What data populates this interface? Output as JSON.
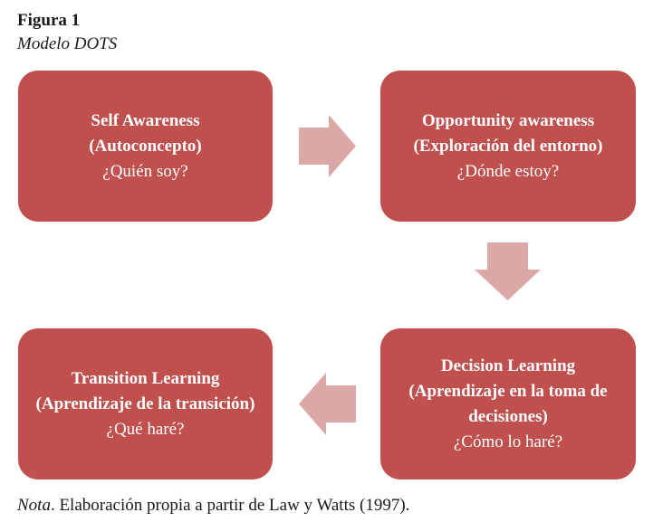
{
  "figure": {
    "label": "Figura 1",
    "title": "Modelo DOTS"
  },
  "colors": {
    "box_fill": "#c0504d",
    "arrow_fill": "#dca8a7",
    "text_on_box": "#ffffff"
  },
  "boxes": {
    "self": {
      "line1": "Self Awareness",
      "line2": "(Autoconcepto)",
      "question": "¿Quién soy?"
    },
    "opportunity": {
      "line1": "Opportunity awareness",
      "line2": "(Exploración del entorno)",
      "question": "¿Dónde estoy?"
    },
    "decision": {
      "line1": "Decision Learning",
      "line2": "(Aprendizaje en la toma de",
      "line3": "decisiones)",
      "question": "¿Cómo lo haré?"
    },
    "transition": {
      "line1": "Transition Learning",
      "line2": "(Aprendizaje de la transición)",
      "question": "¿Qué haré?"
    }
  },
  "arrows": [
    {
      "name": "arrow-right",
      "direction": "right"
    },
    {
      "name": "arrow-down",
      "direction": "down"
    },
    {
      "name": "arrow-left",
      "direction": "left"
    }
  ],
  "note": {
    "label": "Nota",
    "text": ". Elaboración propia a partir de Law y Watts (1997)."
  }
}
